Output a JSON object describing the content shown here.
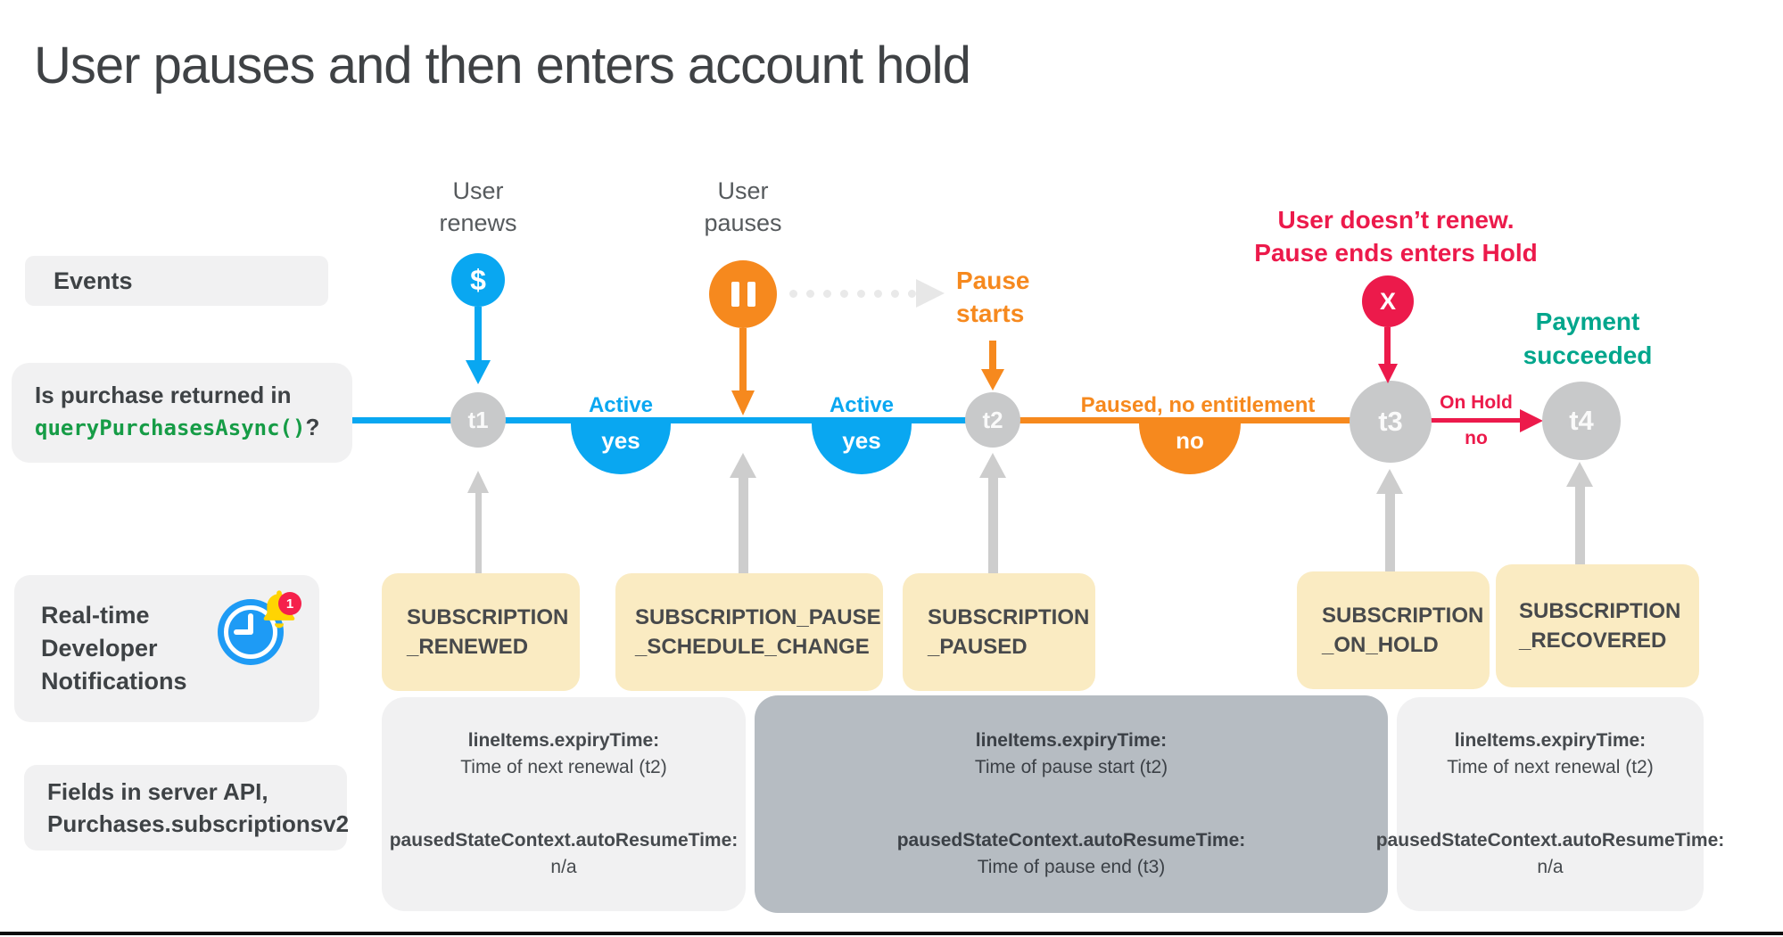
{
  "title": "User pauses and then enters account hold",
  "colors": {
    "blue": "#09A7F1",
    "orange": "#F6891E",
    "red": "#EC1A4B",
    "teal": "#00A68C",
    "node_gray": "#C8C9CA",
    "arrow_gray": "#CDCDCD",
    "yellow_box": "#FAEBC2",
    "light_box": "#F1F1F2",
    "dark_box": "#B6BCC2",
    "code_green": "#169C46"
  },
  "left_labels": {
    "events": "Events",
    "purchase_question": {
      "line1": "Is purchase returned in",
      "code": "queryPurchasesAsync()",
      "suffix": "?"
    },
    "rtdn": {
      "lines": [
        "Real-time",
        "Developer",
        "Notifications"
      ],
      "badge_count": "1"
    },
    "fields": {
      "lines": [
        "Fields in server API,",
        "Purchases.subscriptionsv2"
      ]
    }
  },
  "annotations": {
    "user_renews": [
      "User",
      "renews"
    ],
    "user_pauses": [
      "User",
      "pauses"
    ],
    "pause_starts": [
      "Pause",
      "starts"
    ],
    "hold_warning": [
      "User doesn’t renew.",
      "Pause ends enters Hold"
    ],
    "payment_succeeded": [
      "Payment",
      "succeeded"
    ],
    "dollar_glyph": "$",
    "x_glyph": "X"
  },
  "timeline": {
    "nodes": [
      "t1",
      "t2",
      "t3",
      "t4"
    ],
    "states": {
      "active1": {
        "label": "Active",
        "value": "yes"
      },
      "active2": {
        "label": "Active",
        "value": "yes"
      },
      "paused": {
        "label": "Paused, no entitlement",
        "value": "no"
      },
      "on_hold": {
        "label": "On Hold",
        "value": "no"
      }
    }
  },
  "rtdn_boxes": [
    {
      "lines": [
        "SUBSCRIPTION",
        "_RENEWED"
      ]
    },
    {
      "lines": [
        "SUBSCRIPTION_PAUSE",
        "_SCHEDULE_CHANGE"
      ]
    },
    {
      "lines": [
        "SUBSCRIPTION",
        "_PAUSED"
      ]
    },
    {
      "lines": [
        "SUBSCRIPTION",
        "_ON_HOLD"
      ]
    },
    {
      "lines": [
        "SUBSCRIPTION",
        "_RECOVERED"
      ]
    }
  ],
  "field_boxes": [
    {
      "style": "light",
      "fields": [
        {
          "key": "lineItems.expiryTime:",
          "value": "Time of next renewal (t2)"
        },
        {
          "key": "pausedStateContext.autoResumeTime:",
          "value": "n/a"
        }
      ]
    },
    {
      "style": "dark",
      "fields": [
        {
          "key": "lineItems.expiryTime:",
          "value": "Time of pause start (t2)"
        },
        {
          "key": "pausedStateContext.autoResumeTime:",
          "value": "Time of pause end (t3)"
        }
      ]
    },
    {
      "style": "light",
      "fields": [
        {
          "key": "lineItems.expiryTime:",
          "value": "Time of next renewal (t2)"
        },
        {
          "key": "pausedStateContext.autoResumeTime:",
          "value": "n/a"
        }
      ]
    }
  ]
}
